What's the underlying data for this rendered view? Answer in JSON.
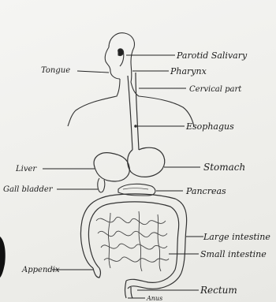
{
  "labels": {
    "tongue": "Tongue",
    "parotid": "Parotid Salivary",
    "pharynx": "Pharynx",
    "cervical": "Cervical part",
    "esophagus": "Esophagus",
    "liver": "Liver",
    "stomach": "Stomach",
    "gall_bladder": "Gall bladder",
    "pancreas": "Pancreas",
    "large_intestine": "Large intestine",
    "small_intestine": "Small intestine",
    "appendix": "Appendix",
    "rectum": "Rectum",
    "anus": "Anus"
  }
}
